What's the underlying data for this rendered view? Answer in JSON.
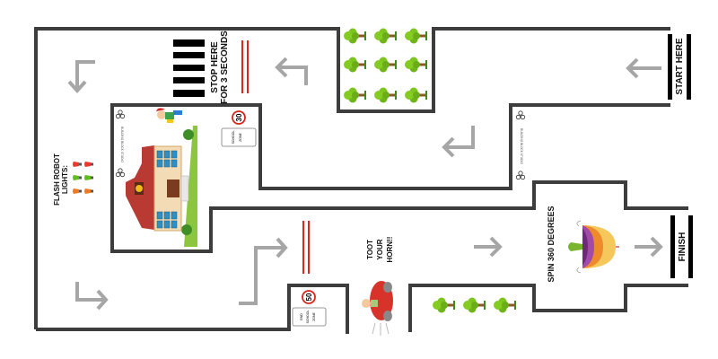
{
  "mat": {
    "type": "robot-coding-mat",
    "colors": {
      "wall": "#3d3d3d",
      "arrow": "#a6a6a6",
      "stop_line": "#e0261b",
      "bar": "#000000",
      "tree_leaf": "#7cc41e",
      "tree_trunk": "#8a5a2b",
      "bulb_red": "#e8392a",
      "bulb_green": "#5cbf1e",
      "bulb_orange": "#f07a24",
      "sign_ring": "#d9231a"
    },
    "labels": {
      "start": "START HERE",
      "finish": "FINISH",
      "stop_line1": "STOP HERE",
      "stop_line2": "FOR 3 SECONDS",
      "flash_line1": "FLASH ROBOT",
      "flash_line2": "LIGHTS:",
      "toot_line1": "TOOT",
      "toot_line2": "YOUR",
      "toot_line3": "HORN!!",
      "spin": "SPIN 360 DEGREES"
    },
    "signs": {
      "speed_30": "30",
      "school_zone_line1": "SCHOOL",
      "school_zone_line2": "ZONE",
      "speed_50": "50",
      "end_zone_line1": "END",
      "end_zone_line2": "SCHOOL",
      "end_zone_line3": "ZONE"
    },
    "watermark": "BUILDING BLOCK STUDIO",
    "arrows": [
      {
        "name": "arrow-start-left",
        "direction": "left"
      },
      {
        "name": "arrow-turn-left-top",
        "direction": "turn-left"
      },
      {
        "name": "arrow-turn-down-left",
        "direction": "turn-down"
      },
      {
        "name": "arrow-turn-left-mid",
        "direction": "turn-left"
      },
      {
        "name": "arrow-turn-right-bottom-left",
        "direction": "turn-right"
      },
      {
        "name": "arrow-turn-right-up",
        "direction": "turn-right"
      },
      {
        "name": "arrow-right-middle",
        "direction": "right"
      },
      {
        "name": "arrow-right-finish",
        "direction": "right"
      }
    ],
    "tree_grid_top": {
      "rows": 3,
      "cols": 3
    },
    "tree_row_bottom": {
      "count": 3
    }
  }
}
